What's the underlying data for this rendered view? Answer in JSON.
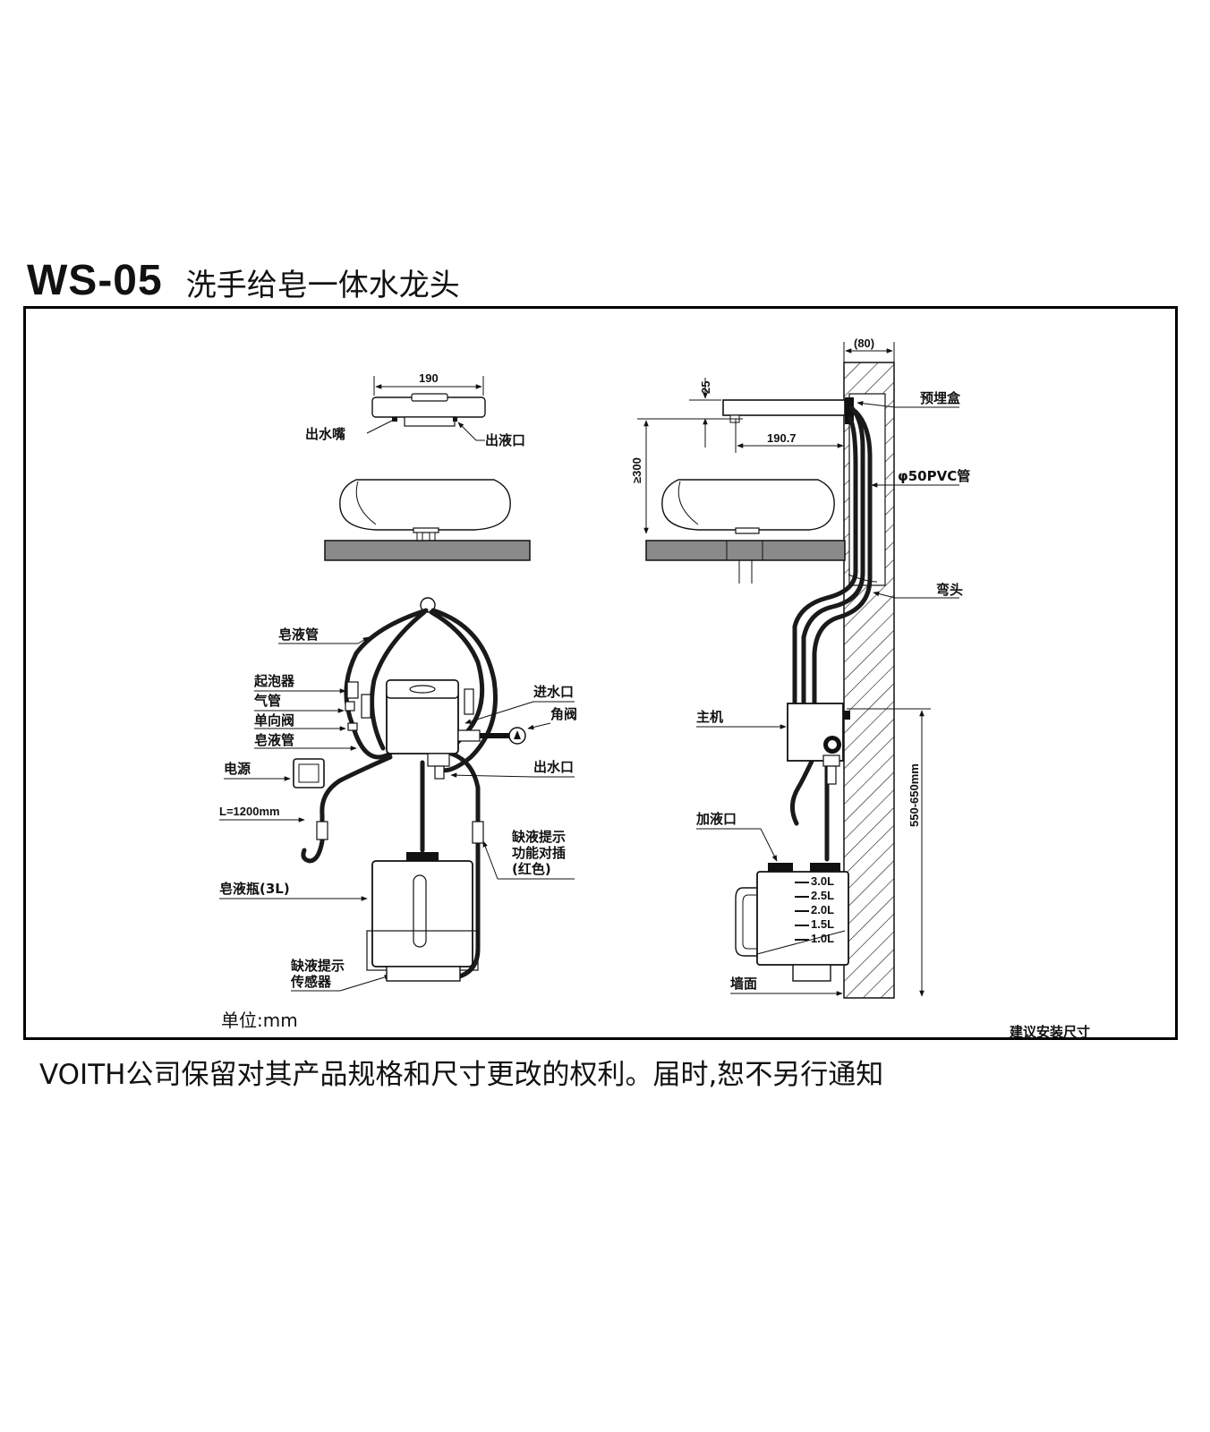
{
  "header": {
    "model": "WS-05",
    "product_name": "洗手给皂一体水龙头"
  },
  "left_view": {
    "dim_width": "190",
    "label_spout": "出水嘴",
    "label_soap_outlet": "出液口",
    "label_soap_tube_top": "皂液管",
    "label_foamer": "起泡器",
    "label_air_tube": "气管",
    "label_check_valve": "单向阀",
    "label_soap_tube": "皂液管",
    "label_power": "电源",
    "label_cable_length": "L=1200mm",
    "label_water_inlet": "进水口",
    "label_angle_valve": "角阀",
    "label_water_outlet": "出水口",
    "label_low_liquid_line1": "缺液提示",
    "label_low_liquid_line2": "功能对插",
    "label_low_liquid_line3": "(红色)",
    "label_soap_bottle": "皂液瓶(3L)",
    "label_sensor_line1": "缺液提示",
    "label_sensor_line2": "传感器",
    "unit_note": "单位:mm"
  },
  "right_view": {
    "dim_wall_depth": "(80)",
    "dim_spout_height": "25",
    "dim_projection": "190.7",
    "dim_min_height": "≥300",
    "label_embedded_box": "预埋盒",
    "label_pvc_pipe": "φ50PVC管",
    "label_elbow": "弯头",
    "label_main_unit": "主机",
    "label_fill_port": "加液口",
    "label_wall": "墙面",
    "dim_install_height": "550-650mm",
    "bottle_scale": [
      "3.0L",
      "2.5L",
      "2.0L",
      "1.5L",
      "1.0L"
    ],
    "recommendation": "建议安装尺寸"
  },
  "footer": {
    "disclaimer": "VOITH公司保留对其产品规格和尺寸更改的权利。届时,恕不另行通知"
  },
  "colors": {
    "line": "#111111",
    "counter": "#8a8a8a",
    "background": "#ffffff"
  }
}
